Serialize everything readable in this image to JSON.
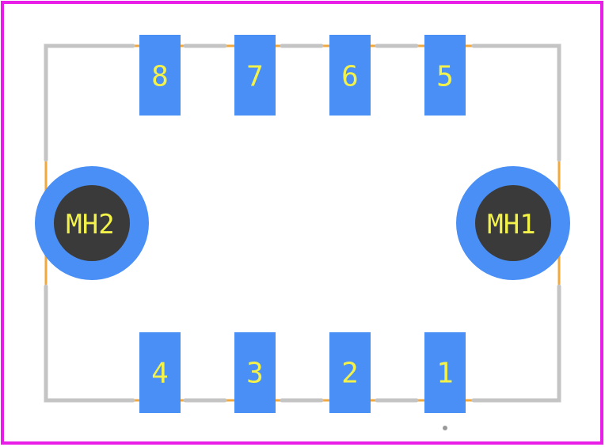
{
  "colors": {
    "board_outline": "#e81ee8",
    "silkscreen": "#c4c4c4",
    "courtyard": "#f2a83a",
    "pad": "#4a8ff5",
    "hole": "#3a3a3a",
    "label": "#f2f24a",
    "pin1_marker": "#9a9a9a"
  },
  "pads": [
    {
      "id": "pad-1",
      "label": "1"
    },
    {
      "id": "pad-2",
      "label": "2"
    },
    {
      "id": "pad-3",
      "label": "3"
    },
    {
      "id": "pad-4",
      "label": "4"
    },
    {
      "id": "pad-5",
      "label": "5"
    },
    {
      "id": "pad-6",
      "label": "6"
    },
    {
      "id": "pad-7",
      "label": "7"
    },
    {
      "id": "pad-8",
      "label": "8"
    }
  ],
  "mounting_holes": [
    {
      "id": "mh1",
      "label": "MH1"
    },
    {
      "id": "mh2",
      "label": "MH2"
    }
  ]
}
